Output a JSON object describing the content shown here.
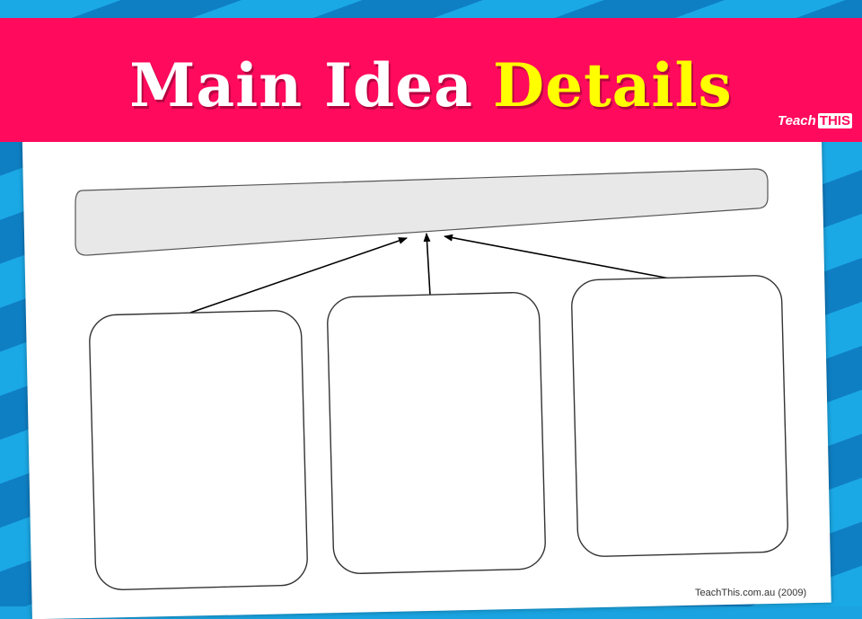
{
  "header": {
    "title_main": "Main Idea",
    "title_details": "Details",
    "logo_teach": "Teach",
    "logo_this": "THIS"
  },
  "footer": {
    "credit": "TeachThis.com.au (2009)"
  },
  "colors": {
    "banner": "#ff0a5c",
    "title_main": "#ffffff",
    "title_details": "#ffff00",
    "main_idea_fill": "#e8e8e8",
    "stripe_light": "#1ba9e6",
    "stripe_dark": "#0f7fc4"
  }
}
